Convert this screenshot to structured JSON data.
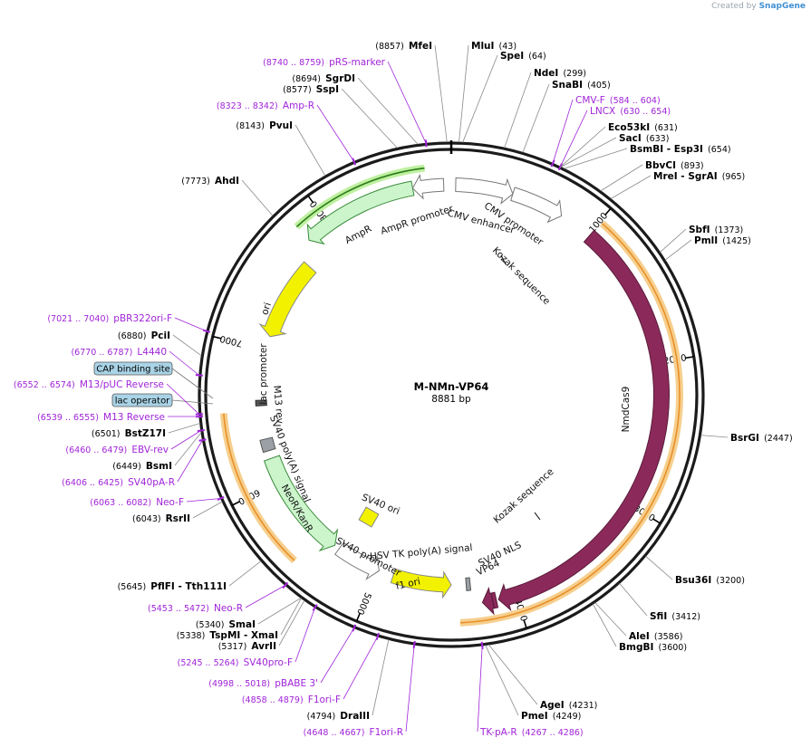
{
  "header": {
    "credit_text": "Created by",
    "brand": "SnapGene"
  },
  "plasmid": {
    "name": "M-NMn-VP64",
    "size_label": "8881 bp"
  },
  "ticks": [
    "1000",
    "2000",
    "3000",
    "4000",
    "5000",
    "6000",
    "7000",
    "8000"
  ],
  "features": [
    {
      "name": "NmdCas9",
      "color": "#8b2a5a"
    },
    {
      "name": "CMV enhancer",
      "color": "#ffffff"
    },
    {
      "name": "CMV promoter",
      "color": "#ffffff"
    },
    {
      "name": "Kozak sequence",
      "color": "#000000"
    },
    {
      "name": "Kozak sequence",
      "color": "#000000"
    },
    {
      "name": "SV40 NLS",
      "color": "#8b2a5a"
    },
    {
      "name": "VP64",
      "color": "#8b2a5a"
    },
    {
      "name": "HSV TK poly(A) signal",
      "color": "#9aa0a6"
    },
    {
      "name": "f1 ori",
      "color": "#f2f200"
    },
    {
      "name": "SV40 promoter",
      "color": "#ffffff"
    },
    {
      "name": "SV40 ori",
      "color": "#f2f200"
    },
    {
      "name": "NeoR/KanR",
      "color": "#ccf5cc"
    },
    {
      "name": "SV40 poly(A) signal",
      "color": "#9aa0a6"
    },
    {
      "name": "M13 rev",
      "color": "#000000"
    },
    {
      "name": "lac promoter",
      "color": "#ffffff"
    },
    {
      "name": "ori",
      "color": "#f2f200"
    },
    {
      "name": "AmpR",
      "color": "#ccf5cc"
    },
    {
      "name": "AmpR promoter",
      "color": "#ffffff"
    }
  ],
  "boxed_labels": [
    {
      "text": "CAP binding site"
    },
    {
      "text": "lac operator"
    }
  ],
  "annotations": [
    {
      "kind": "enzyme",
      "name": "MluI",
      "pos": "(43)"
    },
    {
      "kind": "enzyme",
      "name": "SpeI",
      "pos": "(64)"
    },
    {
      "kind": "enzyme",
      "name": "NdeI",
      "pos": "(299)"
    },
    {
      "kind": "enzyme",
      "name": "SnaBI",
      "pos": "(405)"
    },
    {
      "kind": "primer",
      "name": "CMV-F",
      "pos": "(584 .. 604)"
    },
    {
      "kind": "primer",
      "name": "LNCX",
      "pos": "(630 .. 654)"
    },
    {
      "kind": "enzyme",
      "name": "Eco53kI",
      "pos": "(631)"
    },
    {
      "kind": "enzyme",
      "name": "SacI",
      "pos": "(633)"
    },
    {
      "kind": "enzyme",
      "name": "BsmBI - Esp3I",
      "pos": "(654)"
    },
    {
      "kind": "enzyme",
      "name": "BbvCI",
      "pos": "(893)"
    },
    {
      "kind": "enzyme",
      "name": "MreI - SgrAI",
      "pos": "(965)"
    },
    {
      "kind": "enzyme",
      "name": "SbfI",
      "pos": "(1373)"
    },
    {
      "kind": "enzyme",
      "name": "PmlI",
      "pos": "(1425)"
    },
    {
      "kind": "enzyme",
      "name": "BsrGI",
      "pos": "(2447)"
    },
    {
      "kind": "enzyme",
      "name": "Bsu36I",
      "pos": "(3200)"
    },
    {
      "kind": "enzyme",
      "name": "SfiI",
      "pos": "(3412)"
    },
    {
      "kind": "enzyme",
      "name": "AleI",
      "pos": "(3586)"
    },
    {
      "kind": "enzyme",
      "name": "BmgBI",
      "pos": "(3600)"
    },
    {
      "kind": "enzyme",
      "name": "AgeI",
      "pos": "(4231)"
    },
    {
      "kind": "enzyme",
      "name": "PmeI",
      "pos": "(4249)"
    },
    {
      "kind": "primer",
      "name": "TK-pA-R",
      "pos": "(4267 .. 4286)"
    },
    {
      "kind": "primer",
      "name": "F1ori-R",
      "pos": "(4648 .. 4667)"
    },
    {
      "kind": "enzyme",
      "name": "DraIII",
      "pos": "(4794)"
    },
    {
      "kind": "primer",
      "name": "F1ori-F",
      "pos": "(4858 .. 4879)"
    },
    {
      "kind": "primer",
      "name": "pBABE 3'",
      "pos": "(4998 .. 5018)"
    },
    {
      "kind": "primer",
      "name": "SV40pro-F",
      "pos": "(5245 .. 5264)"
    },
    {
      "kind": "enzyme",
      "name": "AvrII",
      "pos": "(5317)"
    },
    {
      "kind": "enzyme",
      "name": "TspMI - XmaI",
      "pos": "(5338)"
    },
    {
      "kind": "enzyme",
      "name": "SmaI",
      "pos": "(5340)"
    },
    {
      "kind": "primer",
      "name": "Neo-R",
      "pos": "(5453 .. 5472)"
    },
    {
      "kind": "enzyme",
      "name": "PflFI - Tth111I",
      "pos": "(5645)"
    },
    {
      "kind": "enzyme",
      "name": "RsrII",
      "pos": "(6043)"
    },
    {
      "kind": "primer",
      "name": "Neo-F",
      "pos": "(6063 .. 6082)"
    },
    {
      "kind": "primer",
      "name": "SV40pA-R",
      "pos": "(6406 .. 6425)"
    },
    {
      "kind": "enzyme",
      "name": "BsmI",
      "pos": "(6449)"
    },
    {
      "kind": "primer",
      "name": "EBV-rev",
      "pos": "(6460 .. 6479)"
    },
    {
      "kind": "enzyme",
      "name": "BstZ17I",
      "pos": "(6501)"
    },
    {
      "kind": "primer",
      "name": "M13 Reverse",
      "pos": "(6539 .. 6555)"
    },
    {
      "kind": "primer",
      "name": "M13/pUC Reverse",
      "pos": "(6552 .. 6574)"
    },
    {
      "kind": "primer",
      "name": "L4440",
      "pos": "(6770 .. 6787)"
    },
    {
      "kind": "enzyme",
      "name": "PciI",
      "pos": "(6880)"
    },
    {
      "kind": "primer",
      "name": "pBR322ori-F",
      "pos": "(7021 .. 7040)"
    },
    {
      "kind": "enzyme",
      "name": "AhdI",
      "pos": "(7773)"
    },
    {
      "kind": "enzyme",
      "name": "PvuI",
      "pos": "(8143)"
    },
    {
      "kind": "primer",
      "name": "Amp-R",
      "pos": "(8323 .. 8342)"
    },
    {
      "kind": "enzyme",
      "name": "SspI",
      "pos": "(8577)"
    },
    {
      "kind": "enzyme",
      "name": "SgrDI",
      "pos": "(8694)"
    },
    {
      "kind": "primer",
      "name": "pRS-marker",
      "pos": "(8740 .. 8759)"
    },
    {
      "kind": "enzyme",
      "name": "MfeI",
      "pos": "(8857)"
    }
  ]
}
